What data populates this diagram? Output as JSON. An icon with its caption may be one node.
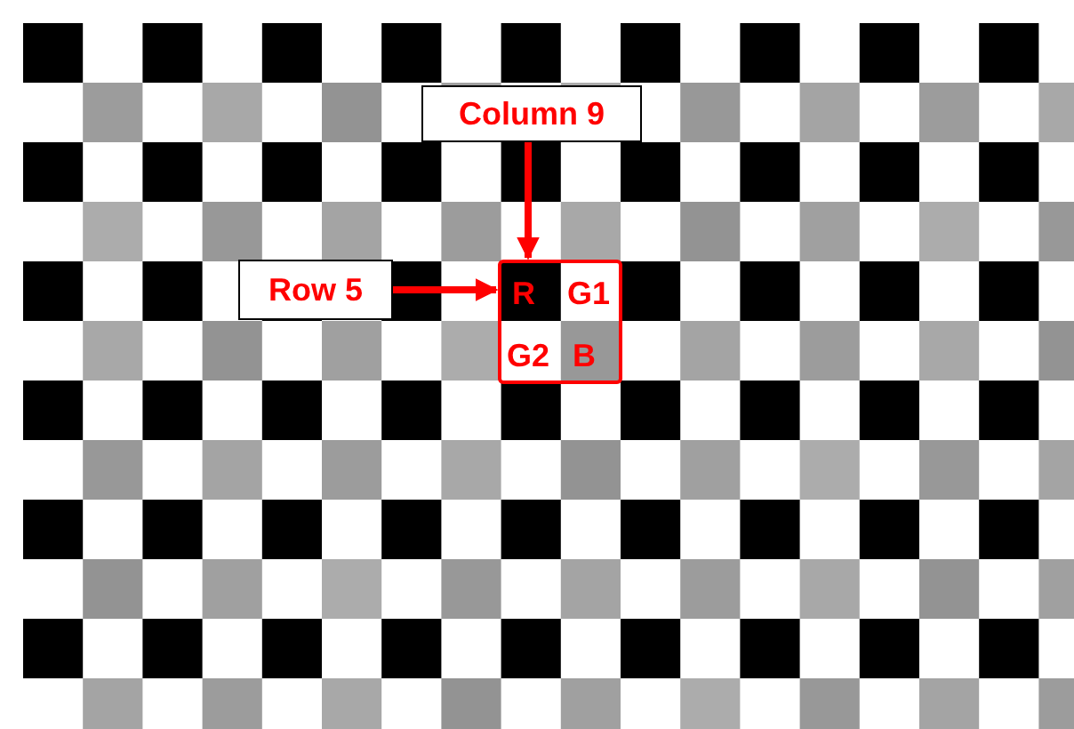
{
  "diagram": {
    "nodes": [
      {
        "text": [
          "Column 9"
        ]
      },
      {
        "text": [
          "Row 5"
        ]
      },
      {
        "text": [
          "R",
          "G1",
          "G2",
          "B"
        ]
      }
    ],
    "edges": [
      {
        "from": 0,
        "to": 2,
        "arrow": "to"
      },
      {
        "from": 1,
        "to": 2,
        "arrow": "to"
      }
    ]
  }
}
